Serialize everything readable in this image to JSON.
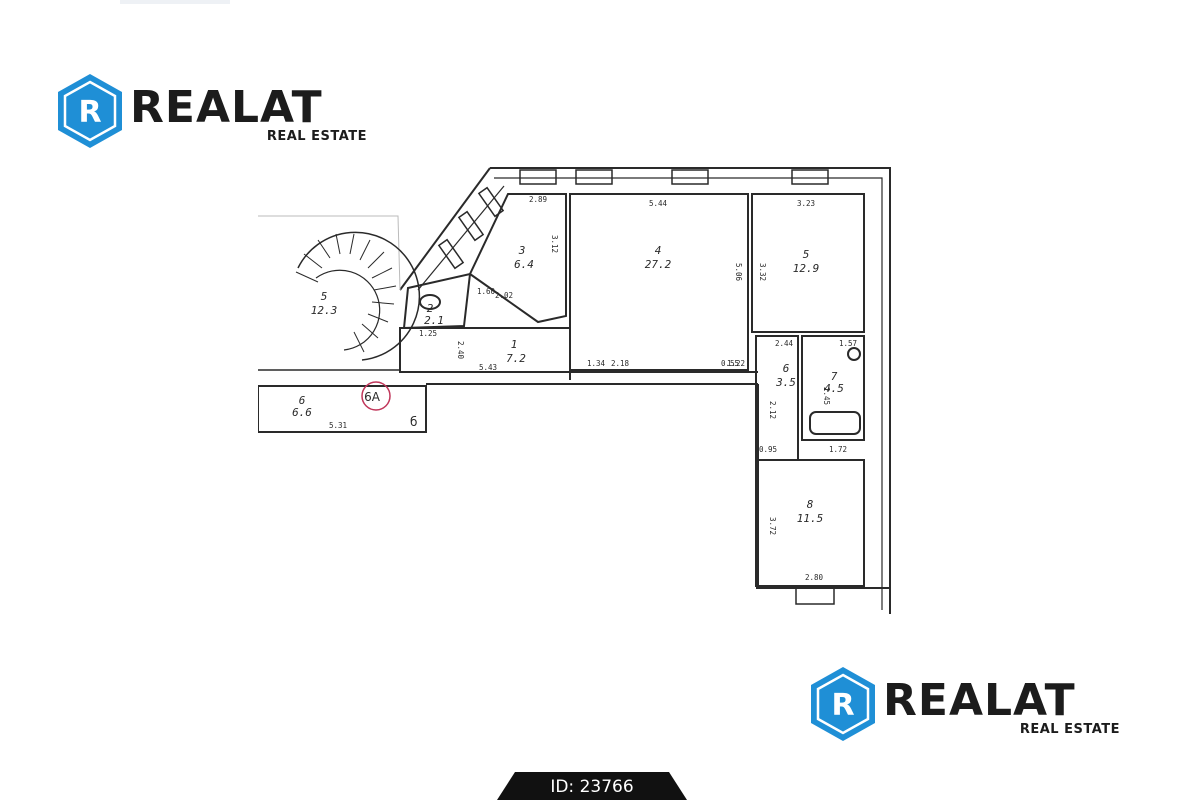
{
  "logos": {
    "top": {
      "word": "REALAT",
      "sub": "REAL ESTATE"
    },
    "bottom": {
      "word": "REALAT",
      "sub": "REAL ESTATE"
    },
    "mark_letter": "R",
    "accent_color": "#1f8fd6"
  },
  "plan": {
    "rooms": [
      {
        "num": "5",
        "area": "12.3"
      },
      {
        "num": "2",
        "area": "2.1"
      },
      {
        "num": "3",
        "area": "6.4"
      },
      {
        "num": "4",
        "area": "27.2"
      },
      {
        "num": "5",
        "area": "12.9"
      },
      {
        "num": "1",
        "area": "7.2"
      },
      {
        "num": "6",
        "area": "3.5"
      },
      {
        "num": "7",
        "area": "4.5"
      },
      {
        "num": "8",
        "area": "11.5"
      },
      {
        "num": "6",
        "area": "6.6"
      }
    ],
    "dimensions": [
      "2.89",
      "5.44",
      "3.23",
      "3.12",
      "5.06",
      "3.32",
      "2.02",
      "5.43",
      "1.34",
      "0.55",
      "2.44",
      "1.72",
      "2.12",
      "2.80",
      "5.31",
      "3.72",
      "1.25",
      "1.57",
      "2.40",
      "1.60",
      "0.95",
      "2.18",
      "2.45",
      "1.22"
    ],
    "stamp": "6А",
    "stamp_letter": "б"
  },
  "listing_id": "ID: 23766",
  "colors": {
    "ink": "#2a2a2a",
    "tab": "#111111",
    "stamp": "#c0365a"
  }
}
